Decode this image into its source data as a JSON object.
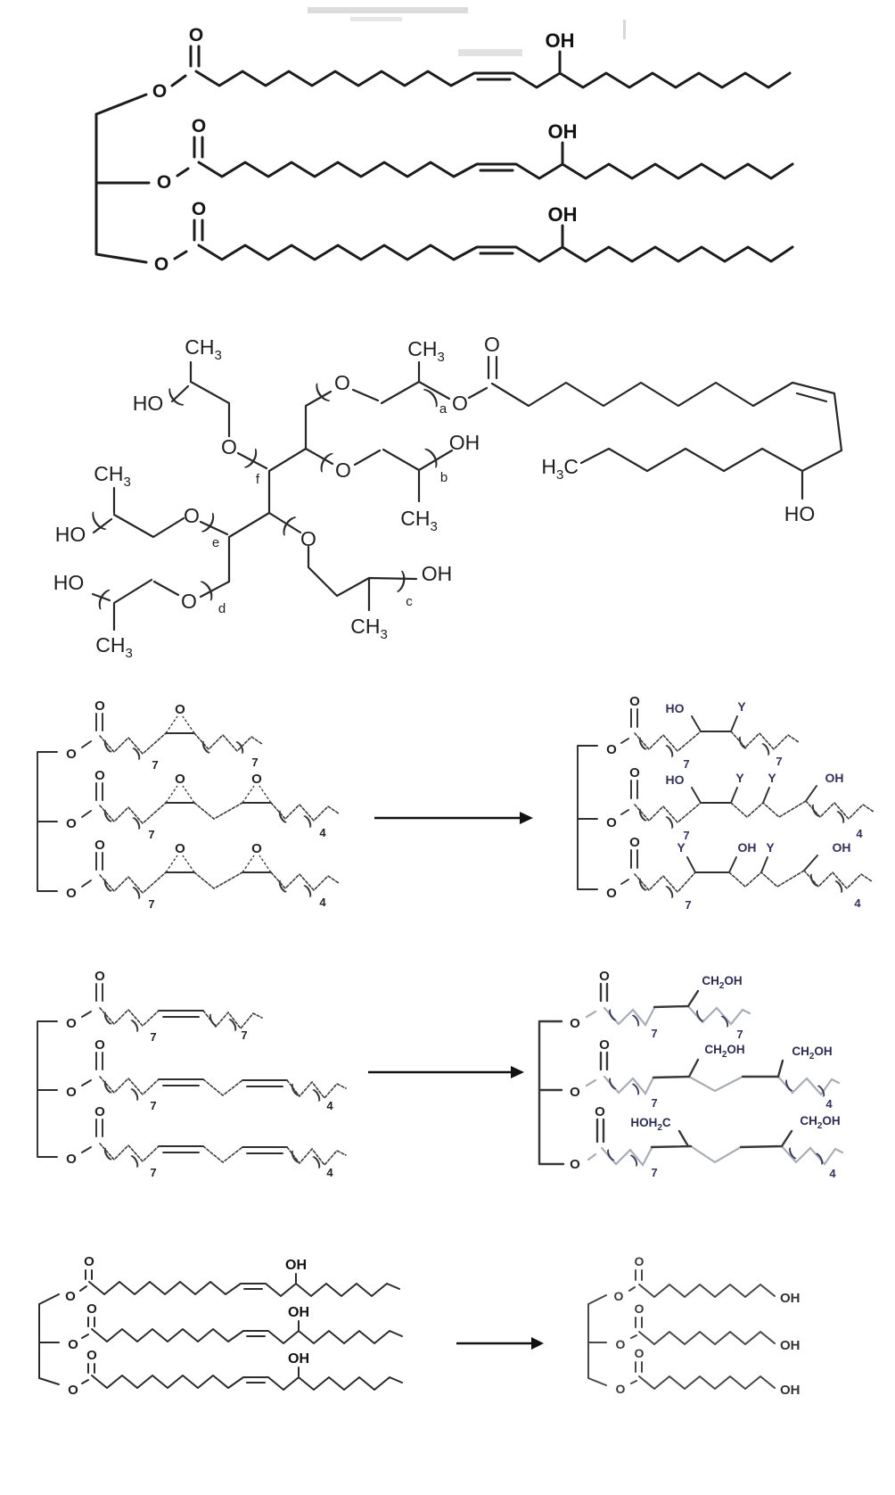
{
  "sym": {
    "O": "O",
    "OH": "OH",
    "HO": "HO",
    "Y": "Y",
    "CH": "CH",
    "C": "C",
    "H": "H",
    "HOH": "HOH",
    "n2": "2",
    "n3": "3",
    "n4": "4",
    "n7": "7",
    "a": "a",
    "b": "b",
    "c": "c",
    "d": "d",
    "e": "e",
    "f": "f",
    "lparen": "(",
    "rparen": ")"
  },
  "colors": {
    "ink": "#1a1a1a",
    "label_navy": "#32325a",
    "faded_chain": "#a8aeb5",
    "paper": "#ffffff"
  }
}
